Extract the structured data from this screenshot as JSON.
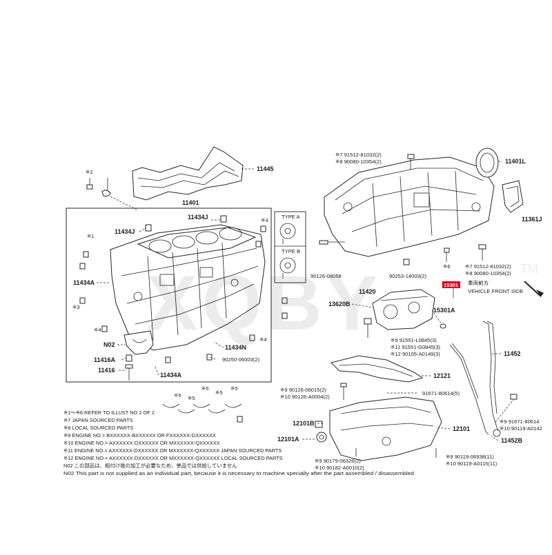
{
  "watermark": "XQBY",
  "watermark_tm": "TM",
  "type_box": {
    "a": "TYPE A",
    "b": "TYPE B"
  },
  "highlight": {
    "code": "15301",
    "jp": "車両前方",
    "en": "VEHICLE FRONT SIDE"
  },
  "labels": {
    "p11445": "11445",
    "p11401": "11401",
    "p11434J_a": "11434J",
    "p11434J_b": "11434J",
    "p11434A_a": "11434A",
    "p11434A_b": "11434A",
    "p11416": "11416",
    "p11416A": "11416A",
    "p11434N": "11434N",
    "pN02": "N02",
    "p90250": "90250-06003(2)",
    "s2": "※2",
    "s3a": "※3",
    "s1": "※1",
    "s4a": "※4",
    "s4b": "※4",
    "s3b": "※3",
    "l91512_top": "※7 91512-81032(2)",
    "l90080_top": "※8 90080-10354(2)",
    "p11401L": "11401L",
    "p11361J": "11361J",
    "l91512_bot": "※7 91512-81032(2)",
    "l90080_bot": "※8 90080-10354(2)",
    "s6": "※6",
    "p90126_08058": "90126-08058",
    "p90253": "90253-14003(2)",
    "p11420": "11420",
    "p13620B": "13620B",
    "p15301A": "15301A",
    "l91551_a": "※9 91551-L0845(3)",
    "l91551_b": "※11 91551-G0845(3)",
    "l90105": "※12 90105-A0149(3)",
    "p11452": "11452",
    "p12121": "12121",
    "l90126_a": "※9 90126-06015(2)",
    "l90126_b": "※10 90126-A0004(2)",
    "p91671_a": "91671-80614(5)",
    "p91671_b": "※9 91671-80614",
    "p90119_b": "※10 90119-A0142",
    "p12101B": "12101B",
    "p12101A": "12101A",
    "p12101": "12101",
    "p11452B": "11452B",
    "l90179": "※9 90179-06326(2)",
    "l90182": "※10 90182-A0010(2)",
    "l90119_a": "※9 90119-06938(11)",
    "l90119_c": "※10 90119-A0115(11)",
    "s5a": "※5",
    "s5b": "※5",
    "s5c": "※5",
    "s5d": "※5",
    "s5e": "※5"
  },
  "notes": [
    "※1～※6  REFER TO ILLUST NO 2 OF 2",
    "※7   JAPAN SOURCED PARTS",
    "※8   LOCAL SOURCED PARTS",
    "※9   ENGINE NO.= BXXXXXX-BXXXXXX OR FXXXXXX-GXXXXXX",
    "※10  ENGINE NO.= AXXXXXX-DXXXXXX OR MXXXXXX-QXXXXXX",
    "※11  ENGINE NO.= AXXXXXX-DXXXXXX OR MXXXXXX-QXXXXXX JAPAN SOURCED PARTS",
    "※12  ENGINE NO.= AXXXXXX-DXXXXXX OR MXXXXXX-QXXXXXX LOCAL SOURCED PARTS",
    "N02   この部品は、組付け後の加工が必要なため、単品では供給していません",
    "N02   This part is not supplied as an individual part, because it is necessary to machine specially after the part assembled / disassembled"
  ],
  "colors": {
    "highlight": "#d6001c",
    "line": "#222222"
  }
}
